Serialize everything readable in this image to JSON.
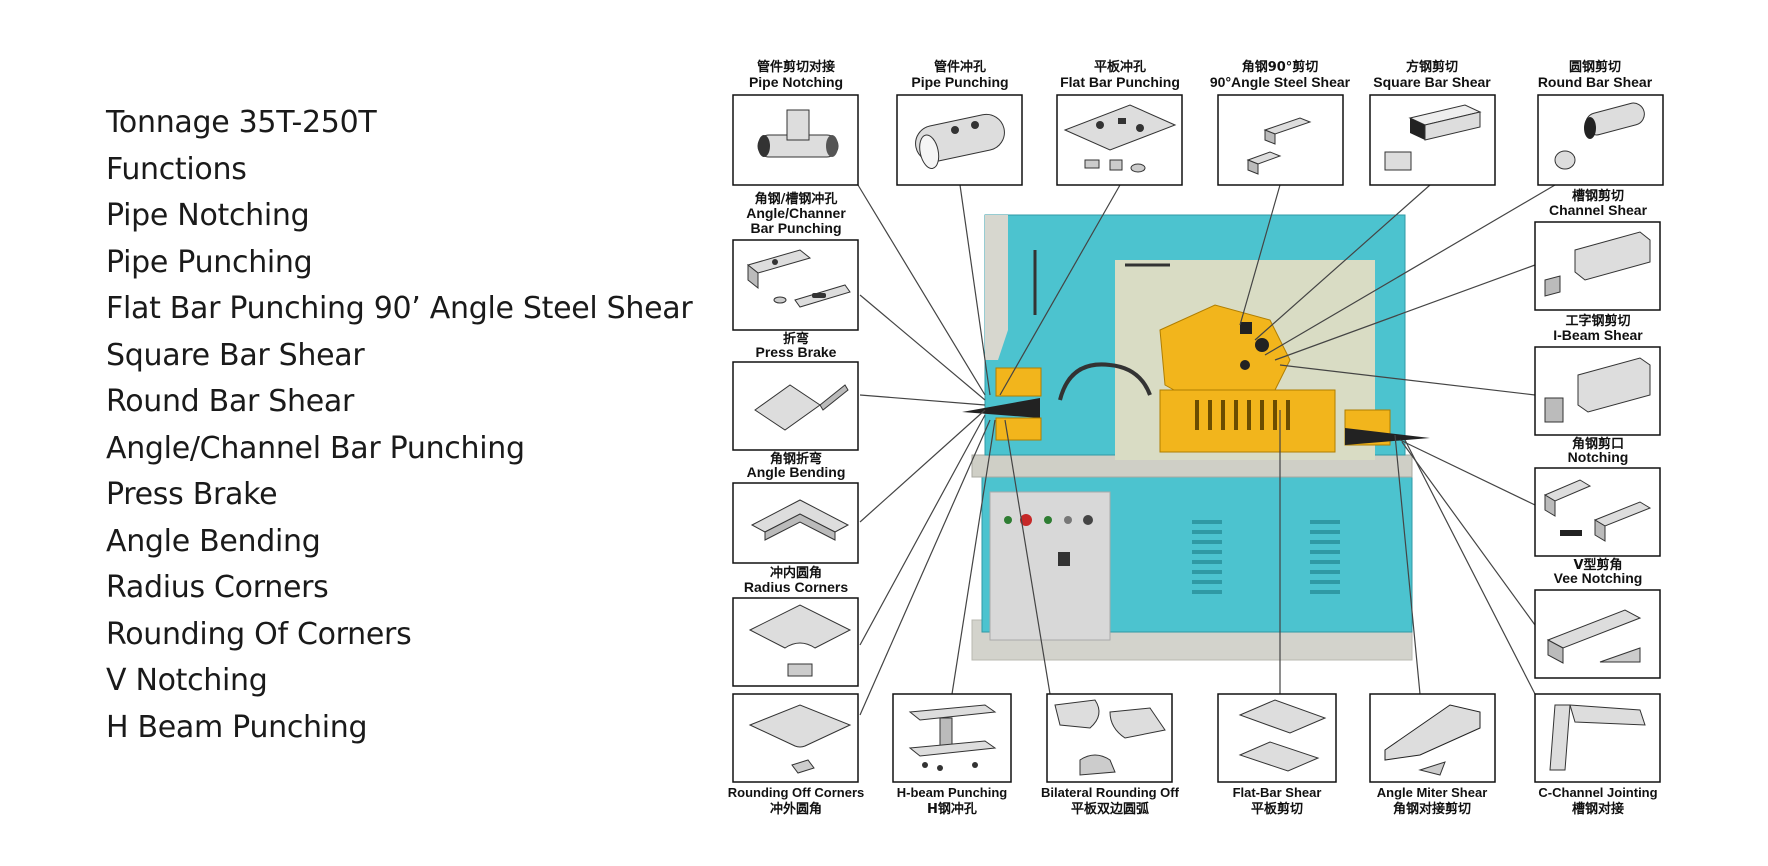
{
  "features": {
    "items": [
      "Tonnage 35T-250T",
      "Functions",
      "Pipe Notching",
      "Pipe Punching",
      "Flat Bar Punching 90’ Angle Steel Shear",
      "Square Bar Shear",
      "Round Bar Shear",
      "Angle/Channel Bar Punching",
      "Press Brake",
      "Angle Bending",
      "Radius Corners",
      "Rounding Of Corners",
      "V Notching",
      "H Beam Punching"
    ]
  },
  "diagram": {
    "top": {
      "pipe_notching": {
        "cn": "管件剪切对接",
        "en": "Pipe Notching"
      },
      "pipe_punching": {
        "cn": "管件冲孔",
        "en": "Pipe Punching"
      },
      "flat_bar_punching": {
        "cn": "平板冲孔",
        "en": "Flat Bar Punching"
      },
      "angle_shear": {
        "cn": "角钢90°剪切",
        "en": "90°Angle Steel Shear"
      },
      "square_bar_shear": {
        "cn": "方钢剪切",
        "en": "Square Bar Shear"
      },
      "round_bar_shear": {
        "cn": "圆钢剪切",
        "en": "Round Bar Shear"
      }
    },
    "left": {
      "angle_channel_punching": {
        "cn": "角钢/槽钢冲孔",
        "en1": "Angle/Channer",
        "en2": "Bar Punching"
      },
      "press_brake": {
        "cn": "折弯",
        "en": "Press Brake"
      },
      "angle_bending": {
        "cn": "角钢折弯",
        "en": "Angle Bending"
      },
      "radius_corners": {
        "cn": "冲内圆角",
        "en": "Radius Corners"
      }
    },
    "right": {
      "channel_shear": {
        "cn": "槽钢剪切",
        "en": "Channel Shear"
      },
      "i_beam_shear": {
        "cn": "工字钢剪切",
        "en": "I-Beam Shear"
      },
      "notching": {
        "cn": "角钢剪口",
        "en": "Notching"
      },
      "vee_notching": {
        "cn": "V型剪角",
        "en": "Vee Notching"
      }
    },
    "bottom": {
      "rounding_off_corners": {
        "en": "Rounding Off Corners",
        "cn": "冲外圆角"
      },
      "h_beam_punching": {
        "en": "H-beam Punching",
        "cn": "H钢冲孔"
      },
      "bilateral_rounding": {
        "en": "Bilateral Rounding Off",
        "cn": "平板双边圆弧"
      },
      "flat_bar_shear": {
        "en": "Flat-Bar Shear",
        "cn": "平板剪切"
      },
      "angle_miter_shear": {
        "en": "Angle Miter Shear",
        "cn": "角钢对接剪切"
      },
      "c_channel_jointing": {
        "en": "C-Channel Jointing",
        "cn": "槽钢对接"
      }
    },
    "colors": {
      "machine_body": "#4cc3cf",
      "machine_accent": "#f2b51c",
      "frame": "#d7d7cf"
    }
  }
}
